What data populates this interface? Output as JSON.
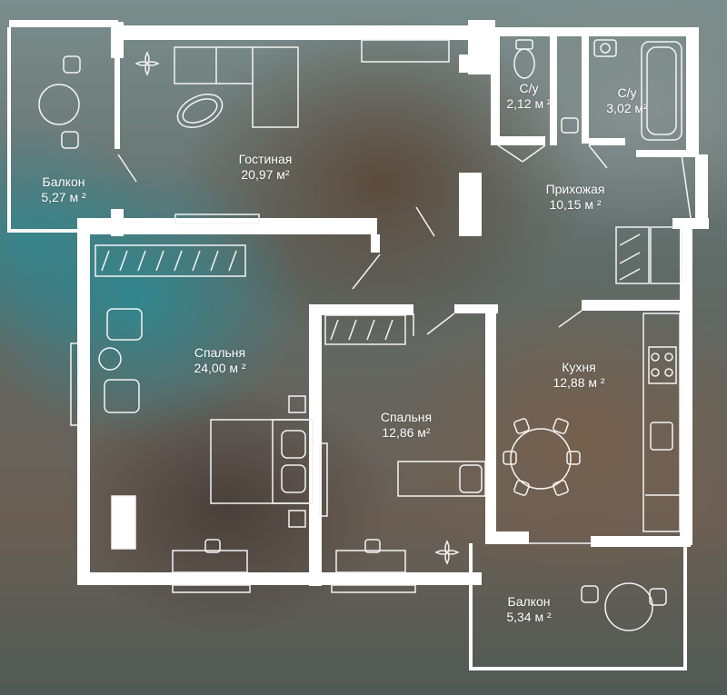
{
  "rooms": {
    "balcony_left": {
      "name": "Балкон",
      "area": "5,27 м ²"
    },
    "living": {
      "name": "Гостиная",
      "area": "20,97 м²"
    },
    "wc1": {
      "name": "С/у",
      "area": "2,12 м ²"
    },
    "wc2": {
      "name": "С/у",
      "area": "3,02 м²"
    },
    "hallway": {
      "name": "Прихожая",
      "area": "10,15 м ²"
    },
    "bedroom_large": {
      "name": "Спальня",
      "area": "24,00 м ²"
    },
    "bedroom_small": {
      "name": "Спальня",
      "area": "12,86 м²"
    },
    "kitchen": {
      "name": "Кухня",
      "area": "12,88 м ²"
    },
    "balcony_bottom": {
      "name": "Балкон",
      "area": "5,34 м ²"
    }
  },
  "colors": {
    "wall": "#ffffff",
    "furniture_stroke": "#f3f3f3",
    "label": "#ffffff"
  },
  "icons": [
    "plant-icon",
    "armchair-icon",
    "dining-table-icon",
    "bed-icon",
    "stove-icon",
    "sink-icon",
    "toilet-icon",
    "bathtub-icon",
    "desk-icon",
    "wardrobe-icon",
    "sofa-icon"
  ]
}
